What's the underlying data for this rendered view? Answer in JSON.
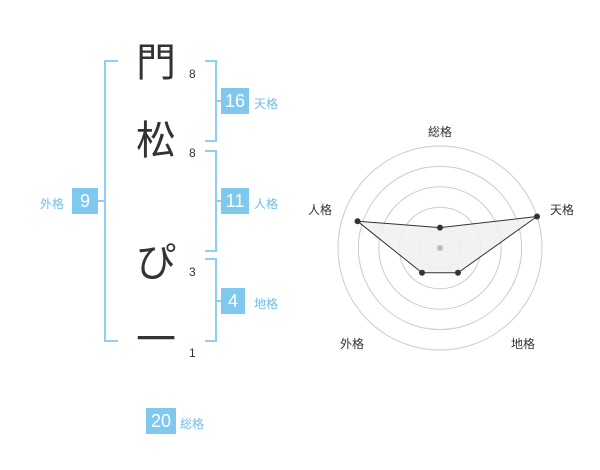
{
  "name_chars": [
    {
      "char": "門",
      "strokes": "8"
    },
    {
      "char": "松",
      "strokes": "8"
    },
    {
      "char": "ぴ",
      "strokes": "3"
    },
    {
      "char": "一",
      "strokes": "1"
    }
  ],
  "fortunes": {
    "tenkaku": {
      "value": "16",
      "label": "天格"
    },
    "jinkaku": {
      "value": "11",
      "label": "人格"
    },
    "chikaku": {
      "value": "4",
      "label": "地格"
    },
    "gaikaku": {
      "value": "9",
      "label": "外格"
    },
    "soukaku": {
      "value": "20",
      "label": "総格"
    }
  },
  "radar": {
    "axes": [
      "総格",
      "天格",
      "地格",
      "外格",
      "人格"
    ],
    "values": [
      0.2,
      1.0,
      0.3,
      0.3,
      0.85
    ],
    "colors": {
      "ring": "#cccccc",
      "fill": "#f0f0f0",
      "stroke": "#333333",
      "point": "#333333",
      "center": "#bbbbbb"
    }
  },
  "colors": {
    "accent": "#7fc9ee",
    "bracket": "#8fd0f2",
    "text": "#333333"
  }
}
